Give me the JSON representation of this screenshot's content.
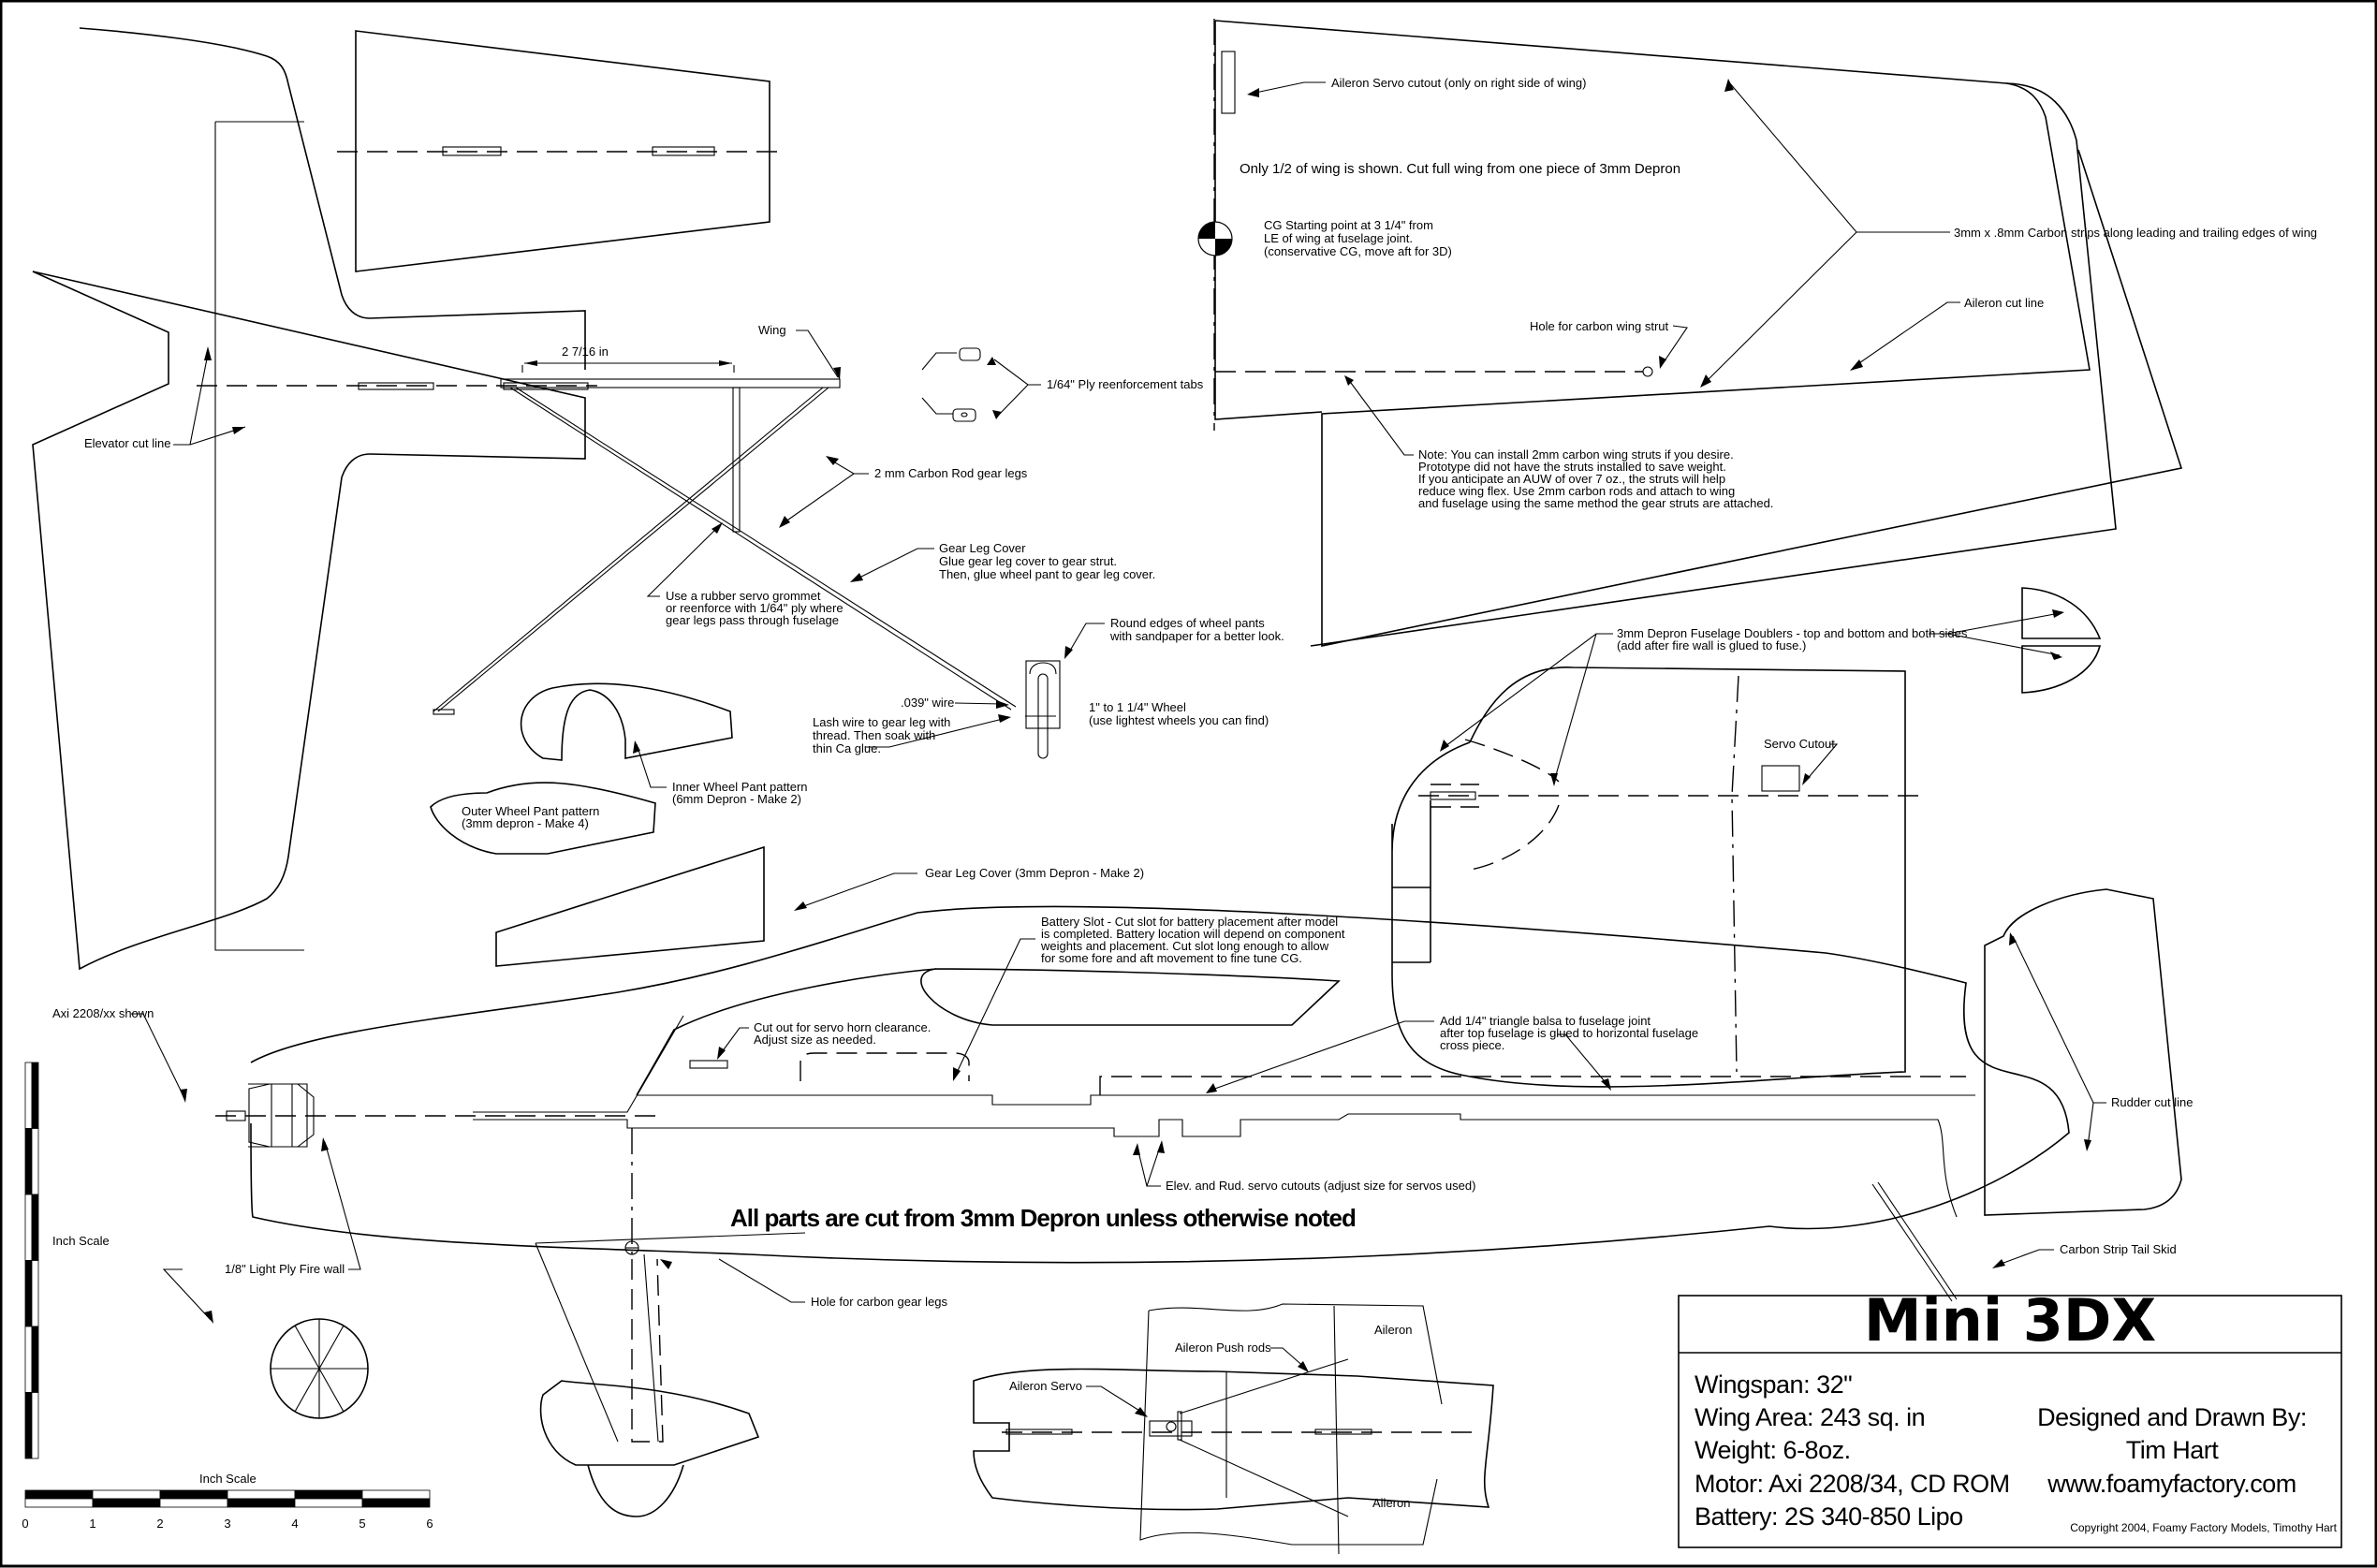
{
  "sheet": {
    "title": "Mini 3DX",
    "general_note": "All parts are cut from 3mm Depron unless otherwise noted"
  },
  "specs": {
    "wingspan": "Wingspan:  32\"",
    "wing_area": "Wing Area:  243 sq. in",
    "weight": "Weight:  6-8oz.",
    "motor": "Motor:  Axi 2208/34, CD ROM",
    "battery": "Battery:  2S 340-850 Lipo",
    "designed_by_label": "Designed and Drawn By:",
    "designer": "Tim Hart",
    "website": "www.foamyfactory.com",
    "copyright": "Copyright 2004, Foamy Factory Models, Timothy Hart"
  },
  "wing": {
    "servo_cutout": "Aileron Servo cutout (only on right side of wing)",
    "half_wing_note": "Only 1/2 of wing is shown.  Cut full wing from one piece of 3mm Depron",
    "cg_note": [
      "CG Starting point at 3 1/4\" from",
      "LE of wing at fuselage joint.",
      "(conservative CG, move aft for 3D)"
    ],
    "carbon_strips": "3mm x .8mm Carbon strips along leading and trailing edges of wing",
    "aileron_cut_line": "Aileron cut line",
    "strut_hole": "Hole for carbon wing strut",
    "strut_note": [
      "Note:  You can install 2mm carbon wing struts if you desire.",
      "Prototype did not have the struts installed to save weight.",
      "If you anticipate an AUW of over 7 oz., the struts will help",
      "reduce wing flex.  Use 2mm carbon rods and attach to wing",
      "and fuselage using the same method the gear struts are attached."
    ]
  },
  "landing_gear": {
    "dimension": "2 7/16 in",
    "wing_label": "Wing",
    "ply_tabs": "1/64\" Ply reenforcement tabs",
    "carbon_rod": "2 mm Carbon Rod gear legs",
    "gear_leg_cover": [
      "Gear Leg Cover",
      "Glue gear leg cover to gear strut.",
      "Then, glue wheel pant to gear leg cover."
    ],
    "grommet_note": [
      "Use a rubber servo grommet",
      "or reenforce with 1/64\" ply where",
      "gear legs pass through fuselage"
    ],
    "round_edges": [
      "Round edges of wheel pants",
      "with sandpaper for a better look."
    ],
    "wire": ".039\" wire",
    "lash_note": [
      "Lash wire to gear leg with",
      "thread.  Then soak with",
      "thin Ca glue."
    ],
    "wheel": [
      "1\" to 1 1/4\" Wheel",
      "(use lightest wheels you can find)"
    ],
    "inner_pant": [
      "Inner Wheel Pant pattern",
      "(6mm Depron - Make 2)"
    ],
    "outer_pant": [
      "Outer Wheel Pant pattern",
      "(3mm depron - Make 4)"
    ],
    "gear_leg_cover_part": "Gear Leg Cover (3mm Depron - Make 2)"
  },
  "stabilizer": {
    "elevator_cut_line": "Elevator cut line"
  },
  "fuselage": {
    "doublers": [
      "3mm Depron Fuselage Doublers - top and bottom and both sides",
      "(add after fire wall is glued to fuse.)"
    ],
    "servo_cutout": "Servo Cutout",
    "battery_slot": [
      "Battery Slot - Cut slot for battery placement after model",
      "is completed.  Battery location will depend on component",
      "weights and placement.  Cut slot long enough to allow",
      "for some fore and aft movement to fine tune CG."
    ],
    "servo_horn": [
      "Cut out for servo horn clearance.",
      "Adjust size as needed."
    ],
    "triangle_balsa": [
      "Add 1/4\" triangle balsa to fuselage joint",
      "after top fuselage is glued to horizontal fuselage",
      "cross piece."
    ],
    "motor_shown": "Axi 2208/xx shown",
    "rudder_cut_line": "Rudder cut line",
    "servo_cutouts": "Elev. and Rud. servo cutouts (adjust size for servos used)",
    "firewall": "1/8\" Light Ply Fire wall",
    "gear_leg_hole": "Hole for carbon gear legs",
    "tail_skid": "Carbon Strip Tail Skid"
  },
  "top_view": {
    "push_rods": "Aileron Push rods",
    "servo": "Aileron Servo",
    "aileron_top": "Aileron",
    "aileron_bottom": "Aileron"
  },
  "scales": {
    "vertical_label": "Inch Scale",
    "horizontal_label": "Inch Scale",
    "ticks": [
      "0",
      "1",
      "2",
      "3",
      "4",
      "5",
      "6"
    ]
  }
}
